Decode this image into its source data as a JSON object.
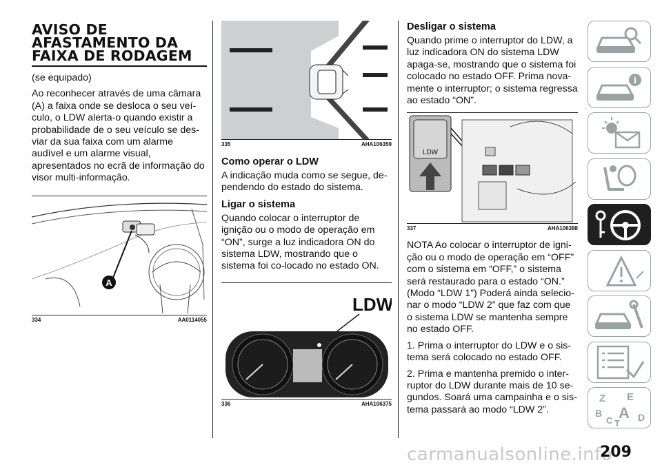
{
  "col1": {
    "title_lines": [
      "AVISO DE",
      "AFASTAMENTO DA",
      "FAIXA DE RODAGEM"
    ],
    "subtitle": "(se equipado)",
    "body": "Ao reconhecer através de uma câmara (A) a faixa onde se desloca o seu veí-culo, o LDW alerta-o quando existir a probabilidade de o seu veículo se des-viar da sua faixa com um alarme audível e um alarme visual, apresentados no ecrã de informação do visor multi-informação.",
    "figure": {
      "number": "334",
      "code": "AA0114055",
      "callout": "A"
    }
  },
  "col2": {
    "figure_top": {
      "number": "335",
      "code": "AHA106359"
    },
    "heading1": "Como operar o LDW",
    "para1": "A indicação muda como se segue, de-pendendo do estado do sistema.",
    "heading2": "Ligar o sistema",
    "para2": "Quando colocar o interruptor de ignição ou o modo de operação em “ON”, surge a luz indicadora ON do sistema LDW, mostrando que o sistema foi co-locado no estado ON.",
    "figure_bottom": {
      "number": "336",
      "code": "AHA106375",
      "label": "LDW"
    }
  },
  "col3": {
    "heading": "Desligar o sistema",
    "para1": "Quando prime o interruptor do LDW, a luz indicadora ON do sistema LDW apaga-se, mostrando que o sistema foi colocado no estado OFF. Prima nova-mente o interruptor; o sistema regressa ao estado “ON”.",
    "figure": {
      "number": "337",
      "code": "AHA106388",
      "button_label": "LDW"
    },
    "note": "NOTA  Ao colocar o interruptor de igni-ção ou o modo de operação em “OFF” com o sistema em “OFF,” o sistema será restaurado para o estado “ON.” (Modo “LDW 1”) Poderá ainda selecio-nar o modo “LDW 2” que faz com que o sistema LDW se mantenha sempre no estado OFF.",
    "step1": "1. Prima o interruptor do LDW e o sis-tema será colocado no estado OFF.",
    "step2": "2. Prima e mantenha premido o inter-ruptor do LDW durante mais de 10 se-gundos. Soará uma campainha e o sis-tema passará ao modo “LDW 2”."
  },
  "tabs": [
    {
      "icon": "car-search-icon",
      "active": false
    },
    {
      "icon": "car-info-icon",
      "active": false
    },
    {
      "icon": "warning-light-message-icon",
      "active": false
    },
    {
      "icon": "airbag-seat-icon",
      "active": false
    },
    {
      "icon": "key-steering-wheel-icon",
      "active": true
    },
    {
      "icon": "road-warning-icon",
      "active": false
    },
    {
      "icon": "car-service-icon",
      "active": false
    },
    {
      "icon": "checklist-icon",
      "active": false
    },
    {
      "icon": "alphabet-index-icon",
      "active": false
    }
  ],
  "tab_letters": [
    "Z",
    "E",
    "B",
    "A",
    "C",
    "T",
    "D"
  ],
  "page_number": "209",
  "watermark": "carmanualsonline.info"
}
